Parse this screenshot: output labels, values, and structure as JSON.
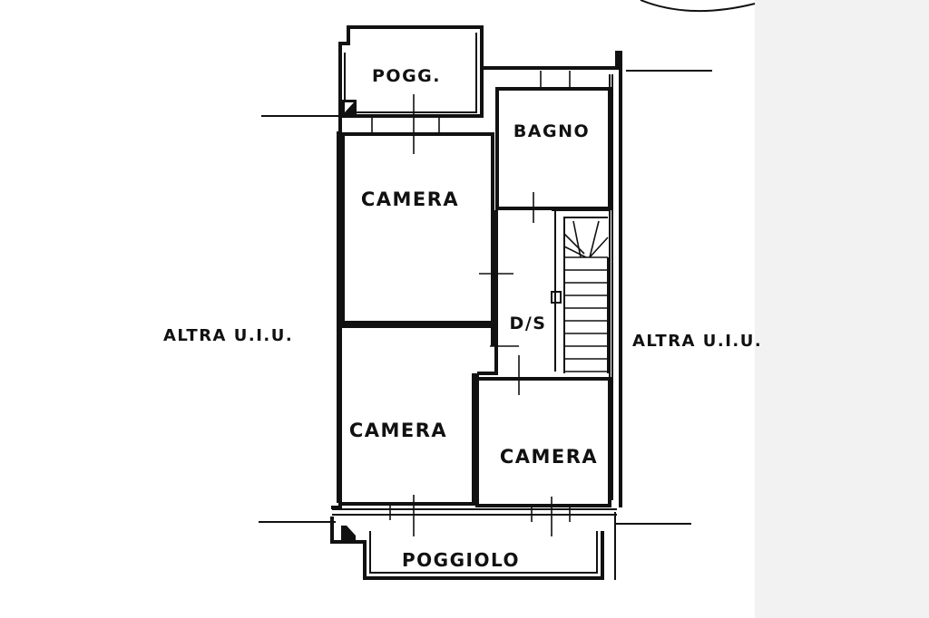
{
  "floor_plan": {
    "rooms": {
      "balcony_top": "POGG.",
      "bathroom": "BAGNO",
      "bedroom_upper": "CAMERA",
      "hallway": "D/S",
      "bedroom_lower_left": "CAMERA",
      "bedroom_lower_right": "CAMERA",
      "balcony_bottom": "POGGIOLO"
    },
    "neighbors": {
      "left": "ALTRA U.I.U.",
      "right": "ALTRA U.I.U."
    }
  }
}
